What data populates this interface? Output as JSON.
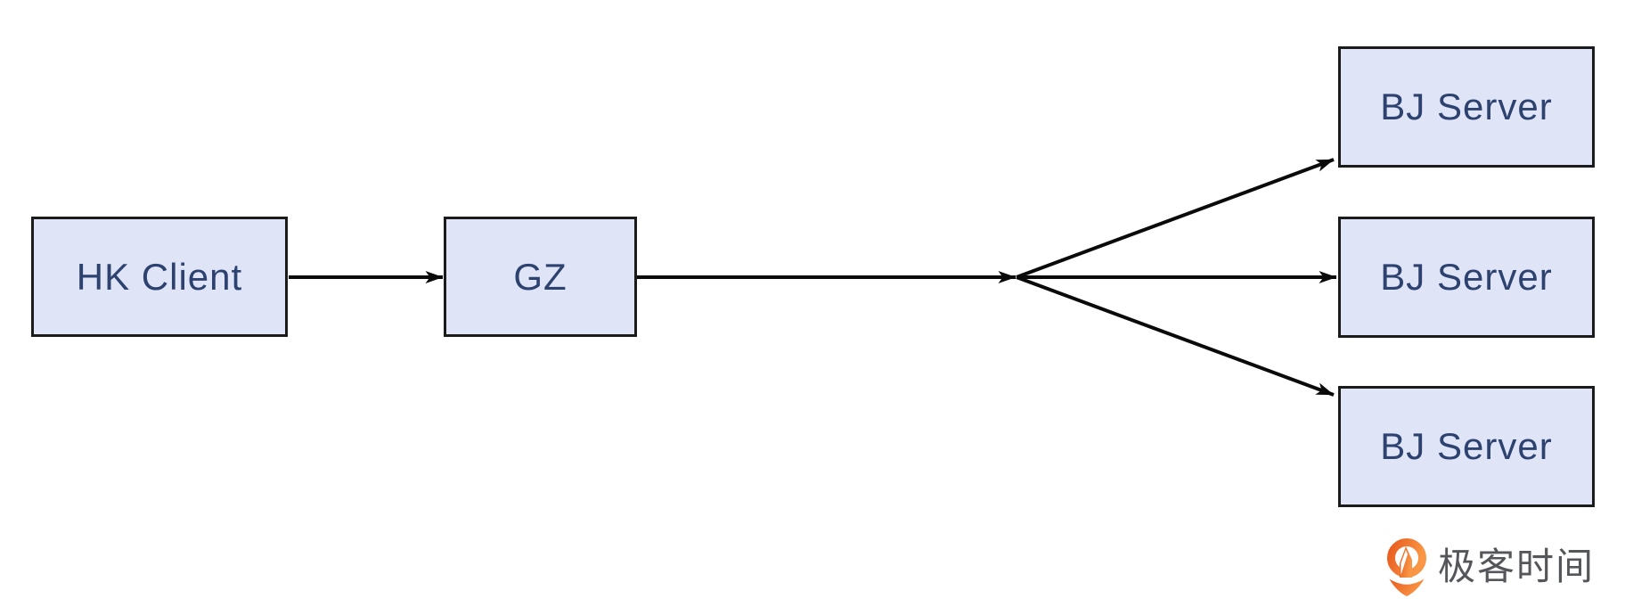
{
  "diagram": {
    "nodes": [
      {
        "id": "hk-client",
        "label": "HK Client"
      },
      {
        "id": "gz",
        "label": "GZ"
      },
      {
        "id": "bj-server-1",
        "label": "BJ Server"
      },
      {
        "id": "bj-server-2",
        "label": "BJ Server"
      },
      {
        "id": "bj-server-3",
        "label": "BJ Server"
      }
    ],
    "edges": [
      {
        "from": "hk-client",
        "to": "gz"
      },
      {
        "from": "gz",
        "to": "fanout-point"
      },
      {
        "from": "fanout-point",
        "to": "bj-server-1"
      },
      {
        "from": "fanout-point",
        "to": "bj-server-2"
      },
      {
        "from": "fanout-point",
        "to": "bj-server-3"
      }
    ]
  },
  "branding": {
    "logo_text": "极客时间"
  },
  "colors": {
    "node_fill": "#dfe5f7",
    "node_border": "#1b1b1b",
    "node_text": "#2e4270",
    "edge": "#0a0a0a",
    "logo_orange_dark": "#e85c1f",
    "logo_orange_light": "#f99746",
    "logo_text": "#54565a",
    "background": "#ffffff"
  }
}
